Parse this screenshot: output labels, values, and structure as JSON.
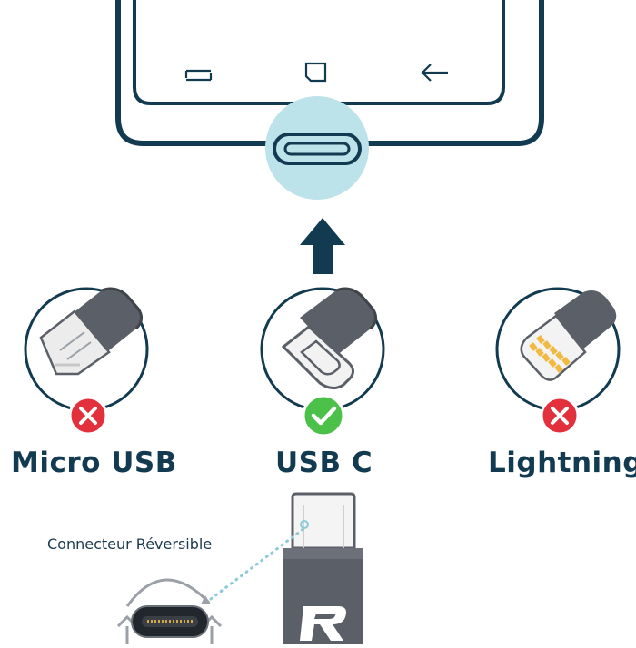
{
  "connectors": {
    "micro_usb": {
      "label": "Micro USB",
      "status": "incompatible"
    },
    "usb_c": {
      "label": "USB C",
      "status": "compatible"
    },
    "lightning": {
      "label": "Lightning",
      "status": "incompatible"
    }
  },
  "cable": {
    "annotation": "Connecteur Réversible"
  },
  "colors": {
    "navy": "#123a50",
    "port_highlight": "#bde3ea",
    "connector_gray": "#5b6068",
    "lightning_pins": "#f0b941",
    "check_green": "#4cc14a",
    "cross_red": "#e2303c"
  },
  "icons": {
    "phone_nav": [
      "recent-apps-icon",
      "home-icon",
      "back-icon"
    ],
    "direction": "arrow-up-icon",
    "compatible": "check-icon",
    "incompatible": "cross-icon"
  }
}
